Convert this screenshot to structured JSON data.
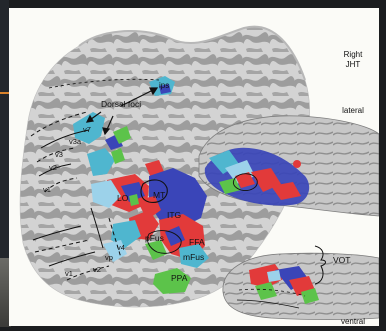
{
  "figure": {
    "hemisphere_title": [
      "Right",
      "JHT"
    ],
    "view_lateral": "lateral",
    "view_ventral": "ventral",
    "annotation": "Dorsal foci",
    "region_labels": {
      "ips": "ips",
      "v7": "v7",
      "v3a": "v3a",
      "v3": "v3",
      "v2_dorsal": "v2",
      "v1_dorsal": "v1",
      "lo": "LO",
      "mt": "MT",
      "itg": "ITG",
      "pfus": "pFus",
      "ffa": "FFA",
      "v4": "v4",
      "vp": "vp",
      "mfus": "mFus",
      "ppa": "PPA",
      "v1_ventral": "v1",
      "v2_ventral": "v2",
      "vot": "VOT"
    },
    "colors": {
      "red": "#e23a3a",
      "blue": "#3a45b8",
      "cyan": "#4fb6cf",
      "light_blue": "#9cd2ea",
      "green": "#5cc34a",
      "flatmap_light": "#d2d2d2",
      "flatmap_dark": "#9c9c9c",
      "inflated": "#c9c9c9"
    }
  }
}
